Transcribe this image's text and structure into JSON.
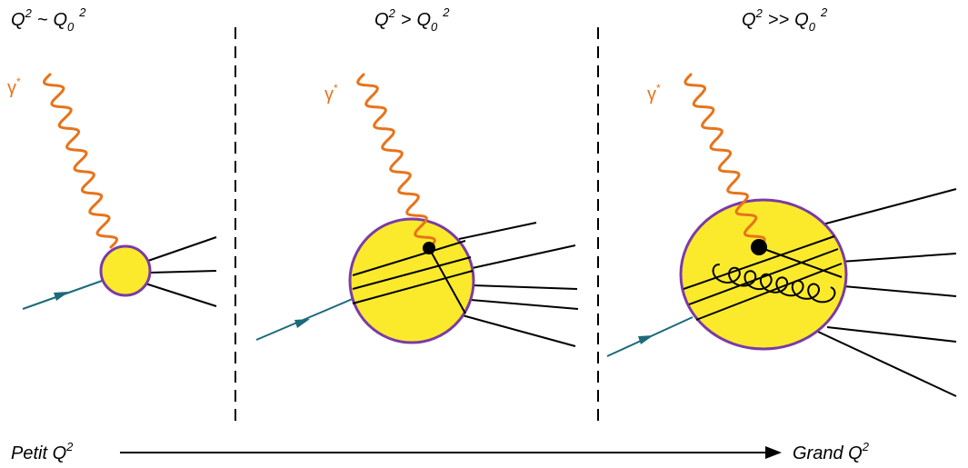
{
  "panels": [
    {
      "title": {
        "base": "Q",
        "sup1": "2",
        "op": "~",
        "base2": "Q",
        "sub": "0",
        "sup2": "2"
      },
      "photon_label": {
        "base": "γ",
        "sup": "*"
      }
    },
    {
      "title": {
        "base": "Q",
        "sup1": "2",
        "op": ">",
        "base2": "Q",
        "sub": "0",
        "sup2": "2"
      },
      "photon_label": {
        "base": "γ",
        "sup": "*"
      }
    },
    {
      "title": {
        "base": "Q",
        "sup1": "2",
        "op": ">>",
        "base2": "Q",
        "sub": "0",
        "sup2": "2"
      },
      "photon_label": {
        "base": "γ",
        "sup": "*"
      }
    }
  ],
  "axis": {
    "left": {
      "text": "Petit Q",
      "sup": "2"
    },
    "right": {
      "text": "Grand Q",
      "sup": "2"
    }
  },
  "colors": {
    "photon": "#E8731A",
    "blob_fill": "#FBEA2C",
    "blob_stroke": "#7A3BA6",
    "quark_in": "#1C6A7A",
    "lines": "#000000"
  }
}
